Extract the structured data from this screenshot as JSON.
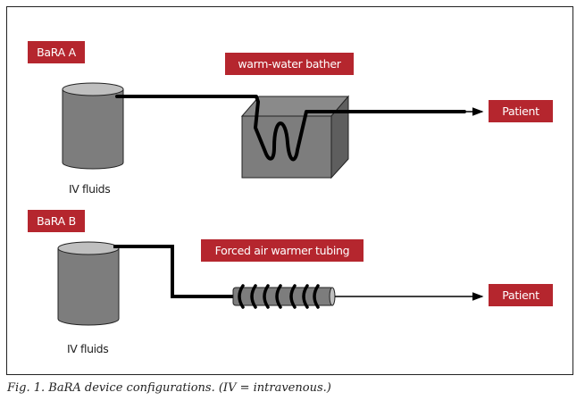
{
  "figure": {
    "colors": {
      "label_bg": "#b5262e",
      "label_text": "#ffffff",
      "container_fill": "#7d7d7d",
      "container_top": "#bfbfbf",
      "tubing": "#000000"
    },
    "config_a": {
      "label": "BaRA A",
      "source_label": "IV fluids",
      "device_label": "warm-water bather",
      "destination_label": "Patient"
    },
    "config_b": {
      "label": "BaRA B",
      "source_label": "IV fluids",
      "device_label": "Forced air warmer tubing",
      "destination_label": "Patient"
    },
    "caption": "Fig. 1. BaRA device configurations. (IV = intravenous.)"
  }
}
